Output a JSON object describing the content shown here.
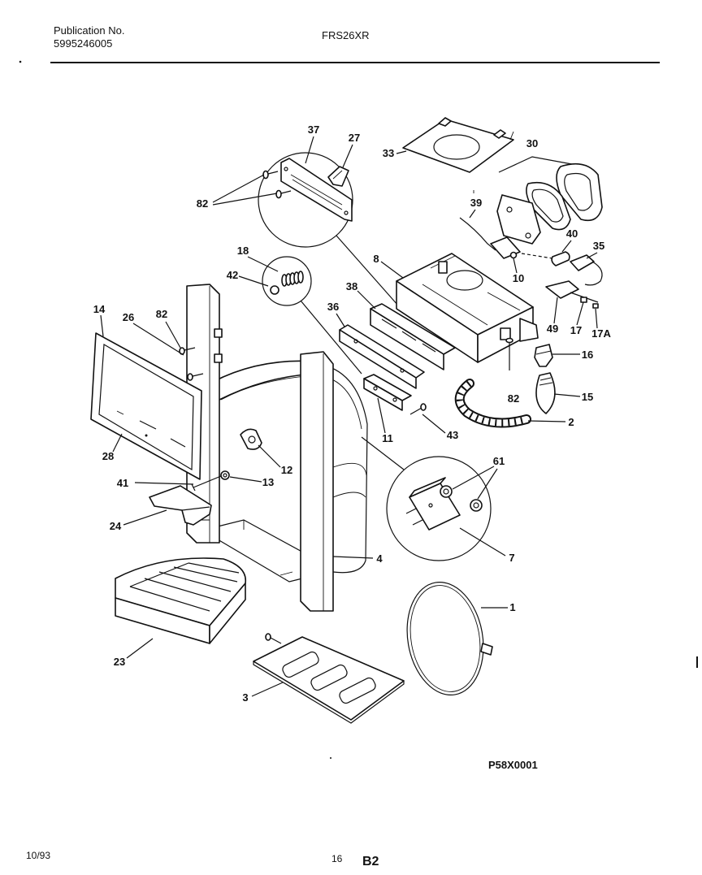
{
  "header": {
    "publication_label": "Publication No.",
    "publication_number": "5995246005",
    "model": "FRS26XR"
  },
  "callouts": [
    "37",
    "27",
    "33",
    "30",
    "82",
    "39",
    "40",
    "35",
    "18",
    "8",
    "42",
    "10",
    "38",
    "14",
    "26",
    "82",
    "36",
    "49",
    "17",
    "17A",
    "16",
    "82",
    "15",
    "2",
    "11",
    "43",
    "28",
    "12",
    "61",
    "41",
    "13",
    "24",
    "4",
    "7",
    "23",
    "1",
    "3"
  ],
  "diagram_id": "P58X0001",
  "footer": {
    "date": "10/93",
    "page": "16",
    "section": "B2"
  }
}
